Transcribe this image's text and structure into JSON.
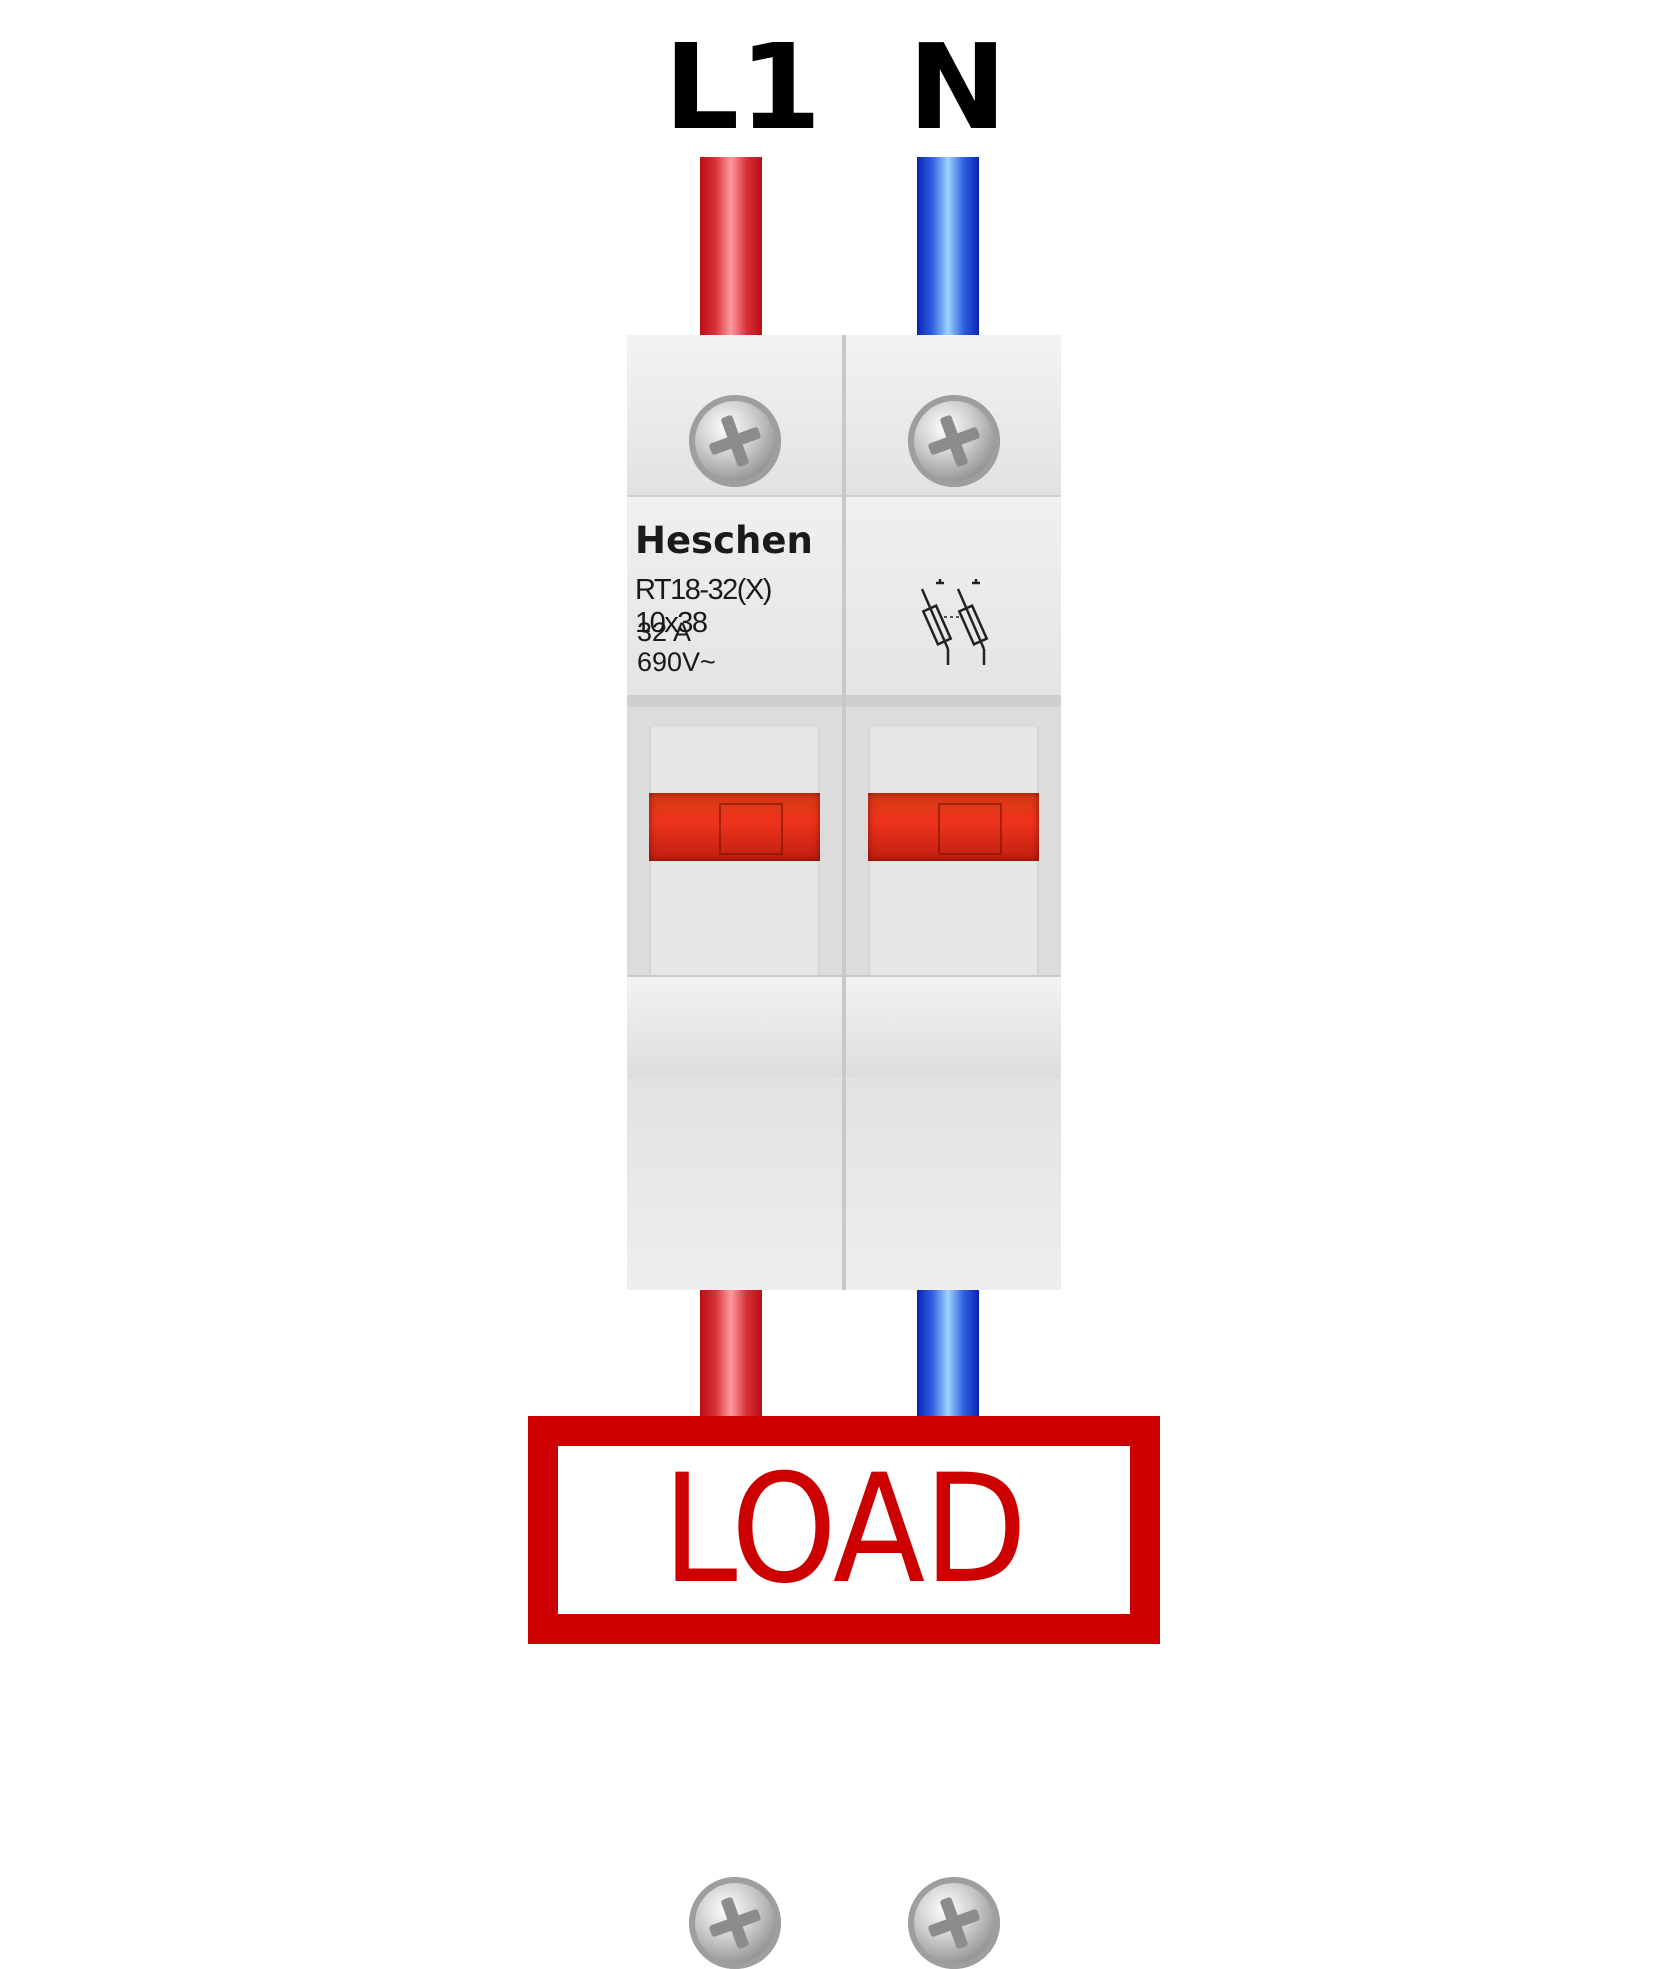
{
  "terminals": {
    "l1": "L1",
    "n": "N"
  },
  "device": {
    "brand": "Heschen",
    "model": "RT18-32(X) 10x38",
    "rating": "32 A",
    "voltage": "690V~"
  },
  "load_label": "LOAD",
  "colors": {
    "line_wire": "#d8303a",
    "neutral_wire": "#2f63e0",
    "load_border": "#cc0000",
    "indicator": "#f0341c"
  },
  "icons": {
    "pole_symbol": "fuse-disconnector-symbol"
  }
}
